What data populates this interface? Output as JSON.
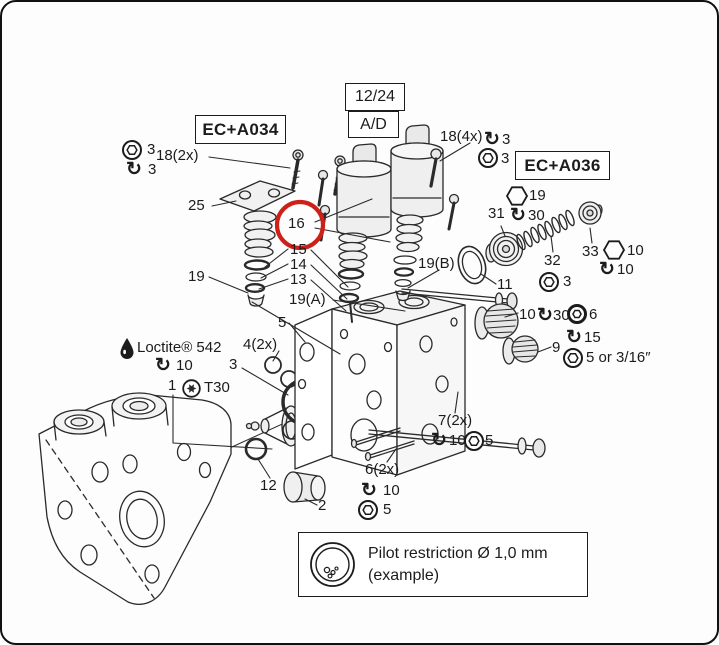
{
  "colors": {
    "highlight_red": "#cc2018",
    "ink": "#1c1c1c"
  },
  "icons": {
    "torque_arrow": "↻",
    "hex_socket": "circle with hexagon (svg)",
    "hex_key": "hexagon (svg)",
    "torx": "circle with star (svg)",
    "loctite_drop": "teardrop (svg)",
    "pilot_orifice": "circle with holes (svg)"
  },
  "boxes": {
    "ec_a034": "EC+A034",
    "ec_a036": "EC+A036",
    "voltage": "12/24",
    "signal": "A/D"
  },
  "callouts": {
    "n18_2x": "18(2x)",
    "hex3_left": "3",
    "tq3_left": "3",
    "n25": "25",
    "n16": "16",
    "n15": "15",
    "n14": "14",
    "n13": "13",
    "n19": "19",
    "n19a": "19(A)",
    "n19b": "19(B)",
    "n5": "5",
    "n4_2x": "4(2x)",
    "n3_oring": "3",
    "loctite": "Loctite® 542",
    "tq10_loctite": "10",
    "n1": "1",
    "t30": "T30",
    "n12": "12",
    "n2": "2",
    "n6_2x": "6(2x)",
    "tq10_6": "10",
    "hex5_6": "5",
    "n7_2x": "7(2x)",
    "tq10_7": "10",
    "hex5_7": "5",
    "n18_4x": "18(4x)",
    "tq3_right": "3",
    "hex3_right": "3",
    "hex19_size": "19",
    "n31": "31",
    "tq30_31": "30",
    "n32": "32",
    "hex3_32": "3",
    "n33": "33",
    "hex10_33": "10",
    "tq10_33": "10",
    "n11": "11",
    "n10": "10",
    "tq30_10": "30",
    "ring6": "6",
    "n9": "9",
    "tq15_9": "15",
    "hex5_9": "5 or 3/16″"
  },
  "pilot_note": {
    "line1": "Pilot restriction Ø 1,0 mm",
    "line2": "(example)"
  }
}
